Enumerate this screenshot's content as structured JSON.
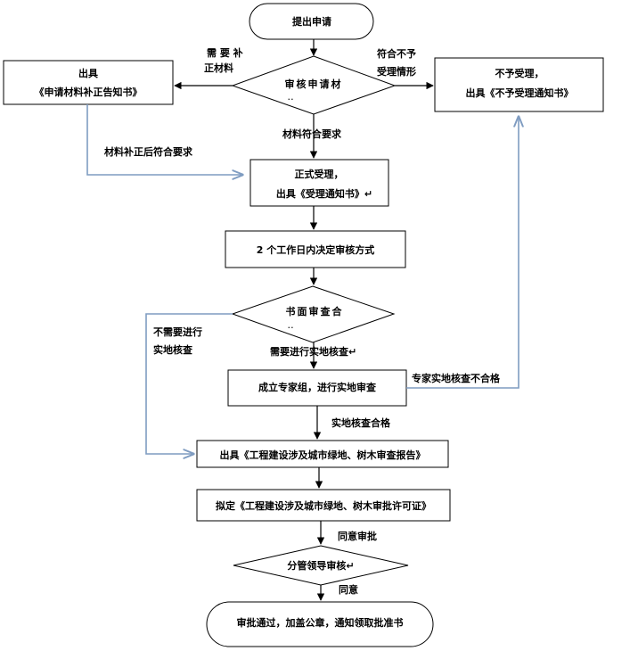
{
  "nodes": {
    "start": "提出申请",
    "review_materials": "审核申请材",
    "review_materials_tail": "‥",
    "correction_notice_line1": "出具",
    "correction_notice_line2": "《申请材料补正告知书》",
    "rejection_line1": "不予受理，",
    "rejection_line2": "出具《不予受理通知书》",
    "accept_line1": "正式受理，",
    "accept_line2": "出具《受理通知书》↵",
    "decide_method": "2 个工作日内决定审核方式",
    "written_review": "书面审查合",
    "written_review_tail": "‥",
    "expert_team": "成立专家组，进行实地审查",
    "issue_report": "出具《工程建设涉及城市绿地、树木审查报告》",
    "draft_permit": "拟定《工程建设涉及城市绿地、树木审批许可证》",
    "leader_review": "分管领导审核↵",
    "end": "审批通过，加盖公章，通知领取批准书"
  },
  "edges": {
    "need_correction_line1": "需 要 补",
    "need_correction_line2": "正材料",
    "not_accept_line1": "符合不予",
    "not_accept_line2": "受理情形",
    "materials_ok": "材料符合要求",
    "after_correction": "材料补正后符合要求",
    "no_onsite_line1": "不需要进行",
    "no_onsite_line2": "实地核查",
    "need_onsite": "需要进行实地核查↵",
    "expert_fail": "专家实地核查不合格",
    "onsite_pass": "实地核查合格",
    "agree_approval": "同意审批",
    "agree": "同意"
  },
  "colors": {
    "line": "#000000",
    "connector": "#7f9cc1"
  }
}
